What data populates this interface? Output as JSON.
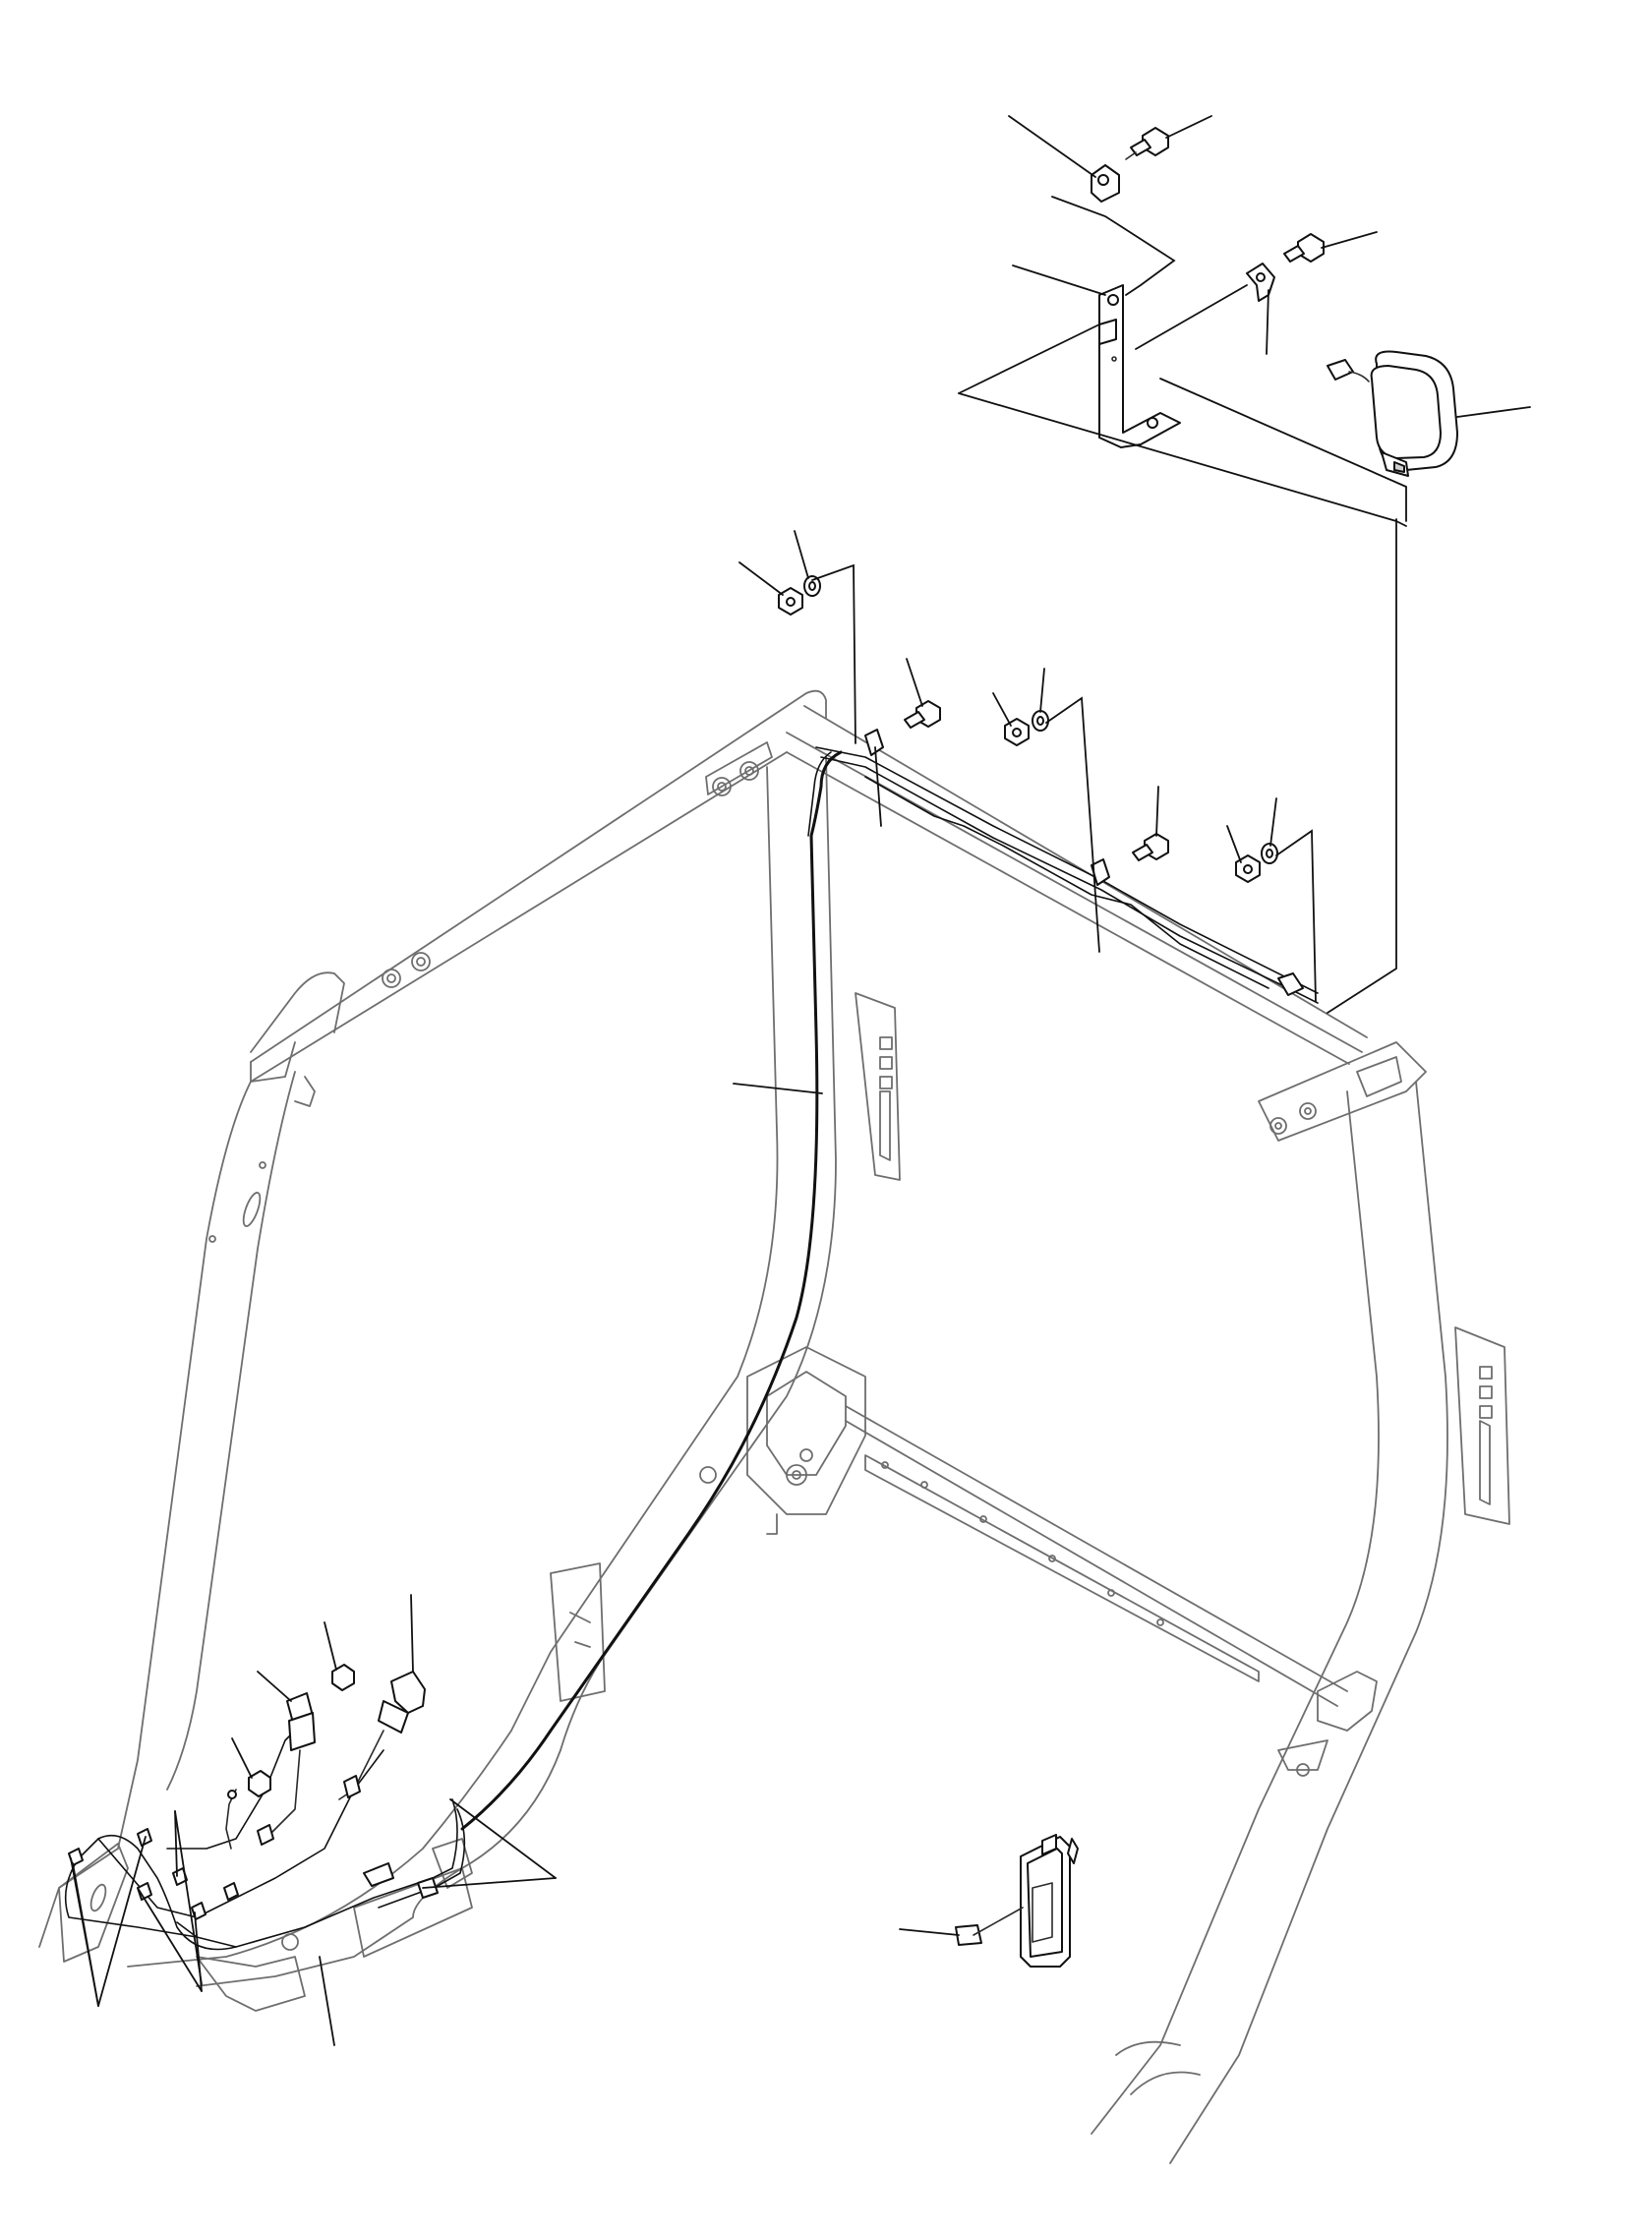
{
  "figure": {
    "kind": "exploded-parts-diagram",
    "line_color": "#111111",
    "frame_color": "#6e6e6e",
    "background": "#ffffff"
  },
  "parts": [
    {
      "id": "work-lamp",
      "icon": "lamp-icon"
    },
    {
      "id": "lamp-mount-bracket",
      "icon": "bracket-icon"
    },
    {
      "id": "hose-clamp-upper",
      "icon": "clamp-icon"
    },
    {
      "id": "hose-clamp-lower",
      "icon": "clamp-icon"
    },
    {
      "id": "cap-screw-upper",
      "icon": "bolt-icon"
    },
    {
      "id": "cap-screw-lower",
      "icon": "bolt-icon"
    },
    {
      "id": "hex-nut",
      "icon": "nut-icon"
    },
    {
      "id": "lock-washer",
      "icon": "washer-icon"
    },
    {
      "id": "roof-harness",
      "icon": "wire-harness-icon"
    },
    {
      "id": "pillar-harness",
      "icon": "wire-harness-icon"
    },
    {
      "id": "floor-harness",
      "icon": "wire-harness-icon"
    },
    {
      "id": "relay",
      "icon": "relay-icon"
    },
    {
      "id": "ground-screw",
      "icon": "bolt-icon"
    },
    {
      "id": "switch-connector",
      "icon": "connector-icon"
    },
    {
      "id": "cable-tie",
      "icon": "cable-tie-icon"
    },
    {
      "id": "fuse",
      "icon": "fuse-icon"
    },
    {
      "id": "fuse-holder",
      "icon": "fuse-holder-icon"
    },
    {
      "id": "cab-frame",
      "icon": "cab-frame-icon"
    }
  ]
}
